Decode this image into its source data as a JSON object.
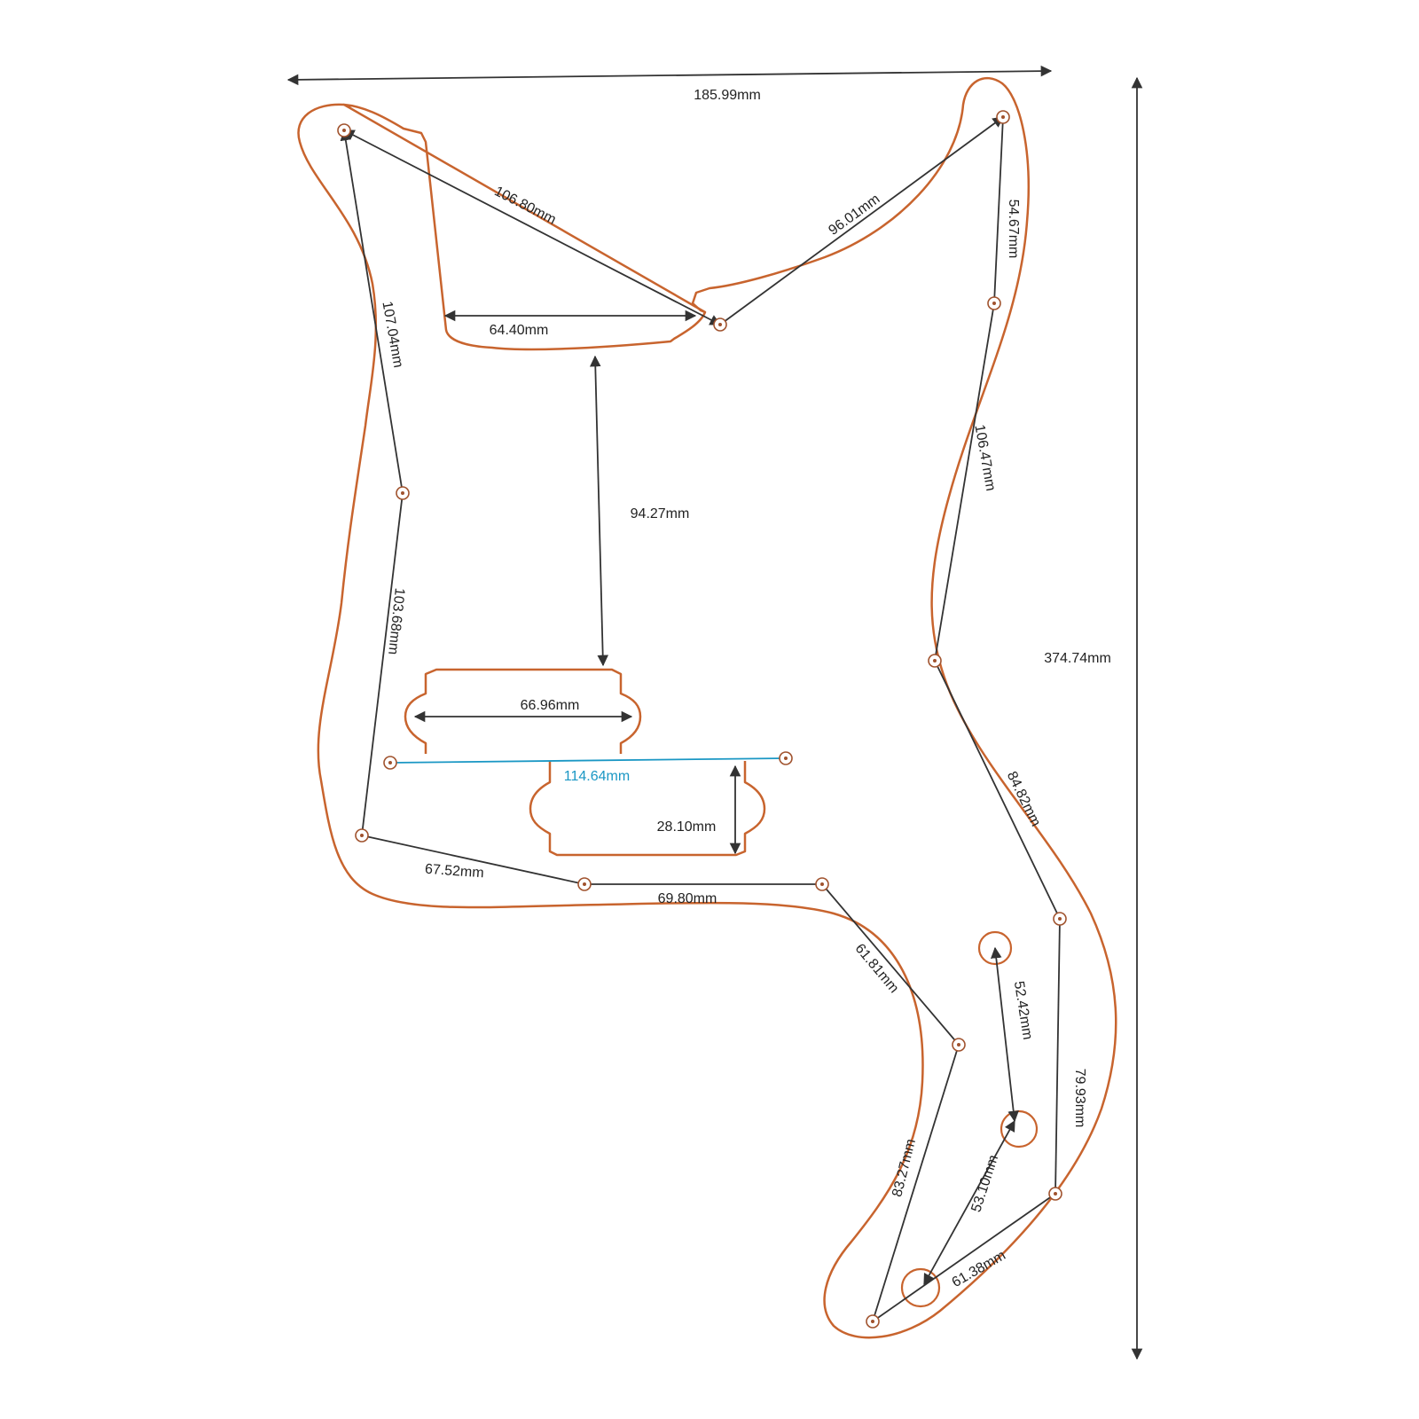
{
  "colors": {
    "outline": "#c8642e",
    "dimension_line": "#333333",
    "highlight_dimension": "#1a97c4",
    "background": "#ffffff"
  },
  "dimensions": {
    "overall_width": "185.99mm",
    "overall_height": "374.74mm",
    "upper_left_diagonal": "106.80mm",
    "upper_right_diagonal": "96.01mm",
    "cutout_width": "64.40mm",
    "right_top_segment": "54.67mm",
    "left_upper_side": "107.04mm",
    "cutout_to_pickup": "94.27mm",
    "right_upper_side": "106.47mm",
    "left_lower_side": "103.68mm",
    "pickup_width": "66.96mm",
    "pickup_span": "114.64mm",
    "pickup_height": "28.10mm",
    "right_middle_side": "84.82mm",
    "bottom_left": "67.52mm",
    "bottom_middle": "69.80mm",
    "horn_inner": "61.81mm",
    "knob_spacing_upper": "52.42mm",
    "right_lower_side": "79.93mm",
    "horn_outer": "83.27mm",
    "knob_spacing_lower": "53.10mm",
    "bottom_tip": "61.38mm"
  }
}
